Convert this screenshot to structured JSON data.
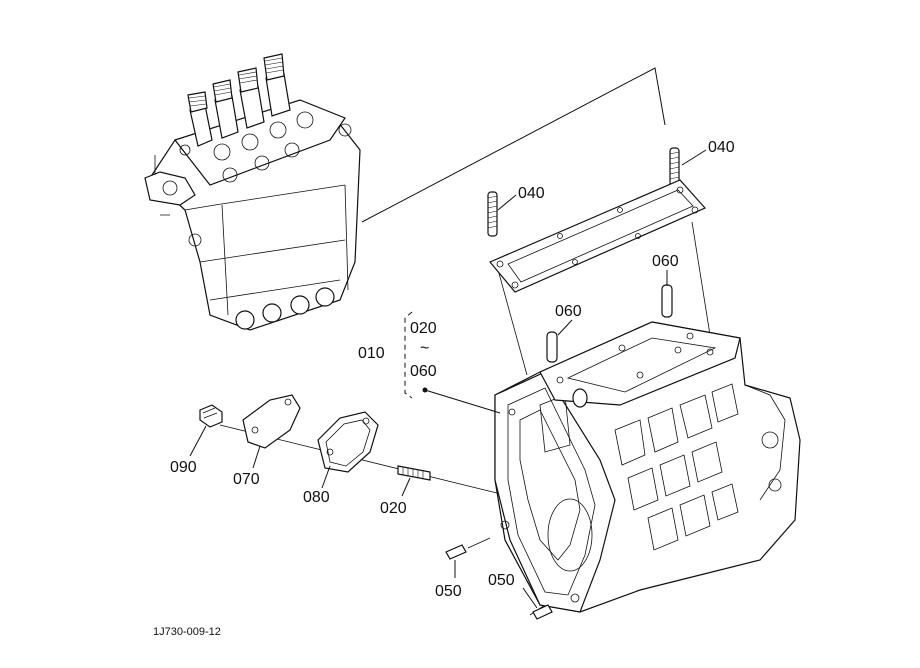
{
  "callouts": {
    "c040_right": "040",
    "c040_left": "040",
    "c060_right": "060",
    "c060_mid": "060",
    "group_top": "020",
    "group_tilde": "~",
    "group_bottom": "060",
    "c010": "010",
    "c090": "090",
    "c070": "070",
    "c080": "080",
    "c020": "020",
    "c050_left": "050",
    "c050_right": "050"
  },
  "figure_code": "1J730-009-12"
}
